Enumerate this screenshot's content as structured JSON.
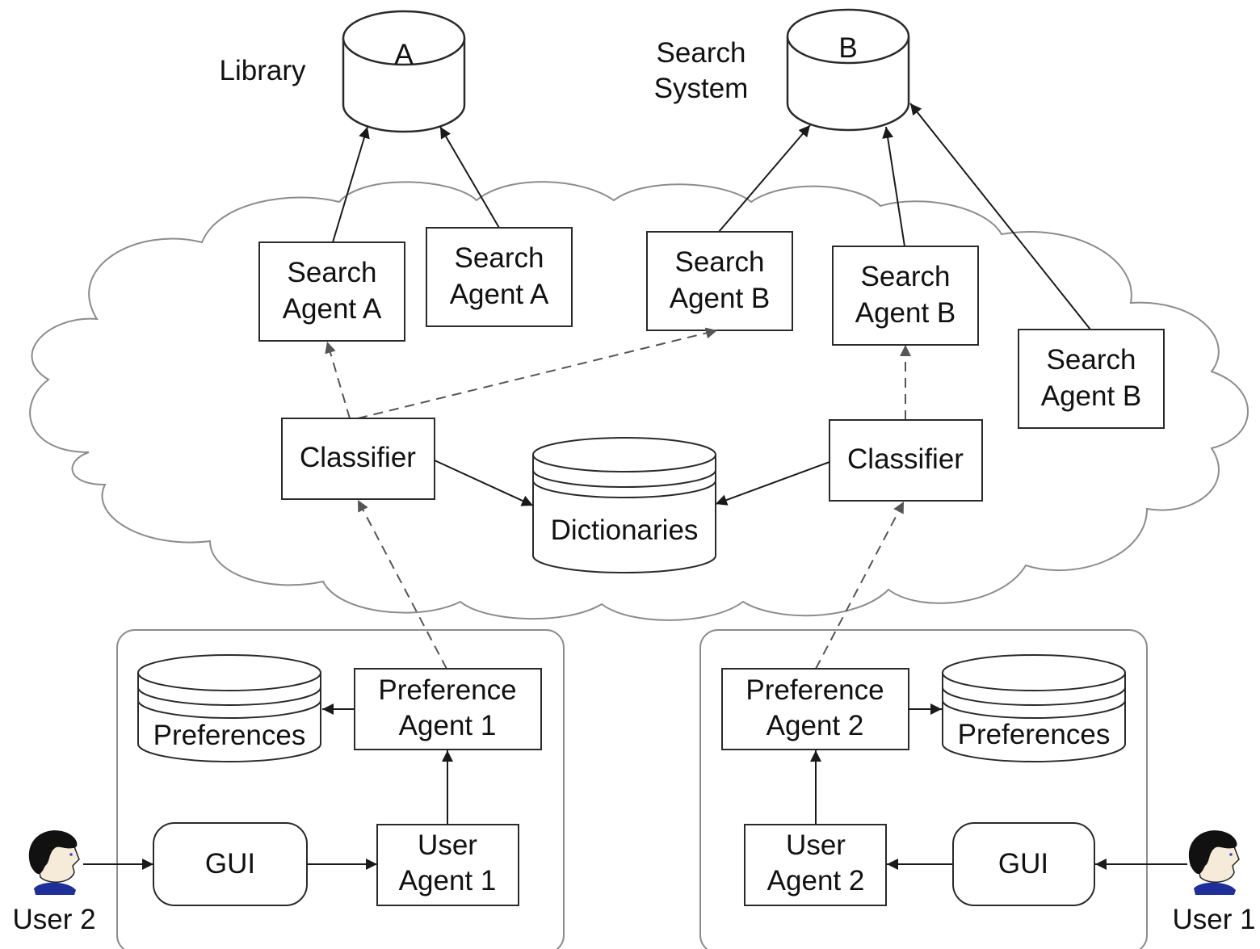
{
  "databases": {
    "a": {
      "letter": "A",
      "caption": "Library"
    },
    "b": {
      "letter": "B",
      "caption_line1": "Search",
      "caption_line2": "System"
    }
  },
  "agents": {
    "search_a1": {
      "line1": "Search",
      "line2": "Agent A"
    },
    "search_a2": {
      "line1": "Search",
      "line2": "Agent A"
    },
    "search_b1": {
      "line1": "Search",
      "line2": "Agent B"
    },
    "search_b2": {
      "line1": "Search",
      "line2": "Agent B"
    },
    "search_b3": {
      "line1": "Search",
      "line2": "Agent B"
    }
  },
  "classifiers": {
    "left": "Classifier",
    "right": "Classifier"
  },
  "dictionaries": "Dictionaries",
  "left_group": {
    "preferences": "Preferences",
    "preference_agent": {
      "line1": "Preference",
      "line2": "Agent 1"
    },
    "gui": "GUI",
    "user_agent": {
      "line1": "User",
      "line2": "Agent 1"
    }
  },
  "right_group": {
    "preferences": "Preferences",
    "preference_agent": {
      "line1": "Preference",
      "line2": "Agent 2"
    },
    "gui": "GUI",
    "user_agent": {
      "line1": "User",
      "line2": "Agent 2"
    }
  },
  "users": {
    "left": "User 2",
    "right": "User 1"
  }
}
